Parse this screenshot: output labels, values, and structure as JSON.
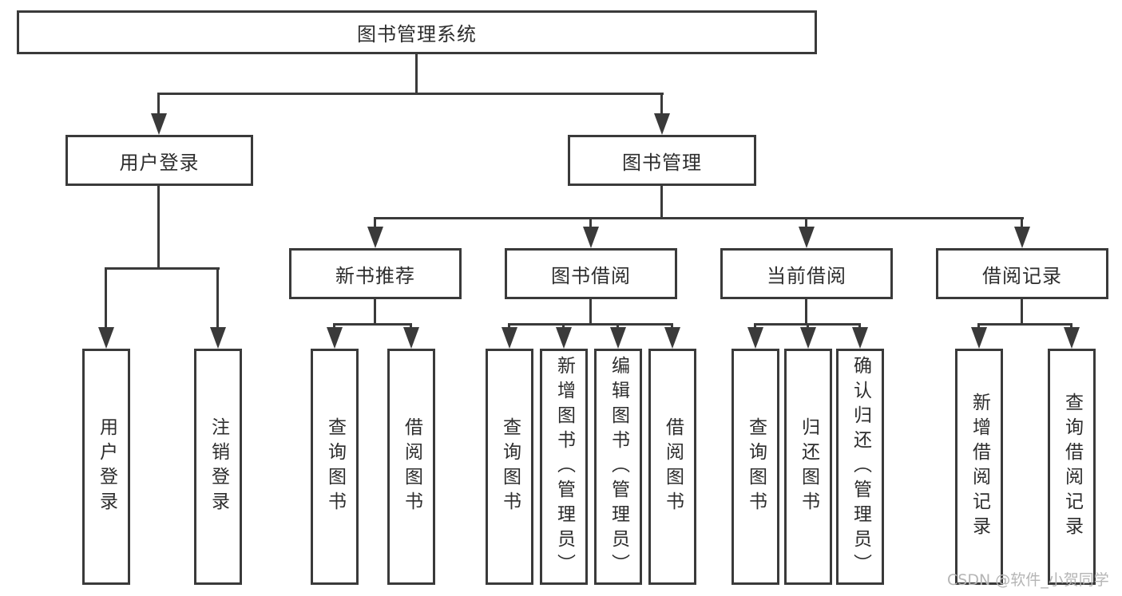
{
  "diagram": {
    "root": {
      "label": "图书管理系统"
    },
    "level2": {
      "user_login": {
        "label": "用户登录"
      },
      "book_mgmt": {
        "label": "图书管理"
      }
    },
    "level3": {
      "new_books": {
        "label": "新书推荐"
      },
      "book_borrow": {
        "label": "图书借阅"
      },
      "current_borrow": {
        "label": "当前借阅"
      },
      "borrow_records": {
        "label": "借阅记录"
      }
    },
    "leaves": {
      "user_login": {
        "label": "用户登录"
      },
      "logout": {
        "label": "注销登录"
      },
      "nb_query": {
        "label": "查询图书"
      },
      "nb_borrow": {
        "label": "借阅图书"
      },
      "bb_query": {
        "label": "查询图书"
      },
      "bb_add": {
        "label": "新增图书（管理员）"
      },
      "bb_edit": {
        "label": "编辑图书（管理员）"
      },
      "bb_borrow": {
        "label": "借阅图书"
      },
      "cb_query": {
        "label": "查询图书"
      },
      "cb_return": {
        "label": "归还图书"
      },
      "cb_confirm": {
        "label": "确认归还（管理员）"
      },
      "br_add": {
        "label": "新增借阅记录"
      },
      "br_query": {
        "label": "查询借阅记录"
      }
    }
  },
  "colors": {
    "line": "#3a3a3a",
    "text": "#2d2d2d",
    "watermark": "#b5b5b5",
    "background": "#ffffff"
  },
  "watermark": {
    "text": "CSDN @软件_小贺同学"
  }
}
